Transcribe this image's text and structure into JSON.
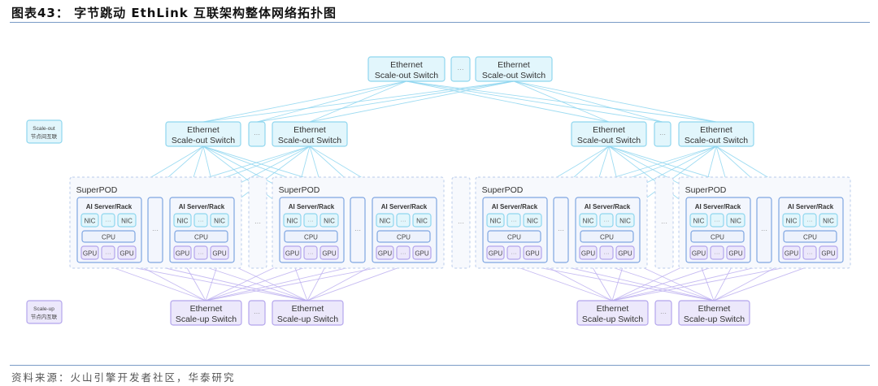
{
  "header": {
    "title": "图表43：  字节跳动 EthLink 互联架构整体网络拓扑图"
  },
  "footer": {
    "source": "资料来源：火山引擎开发者社区，华泰研究"
  },
  "diagram": {
    "legend": {
      "scale_out": {
        "line1": "Scale-out",
        "line2": "节点间互联"
      },
      "scale_up": {
        "line1": "Scale-up",
        "line2": "节点内互联"
      }
    },
    "top_switch": {
      "line1": "Ethernet",
      "line2": "Scale-out Switch"
    },
    "mid_switch": {
      "line1": "Ethernet",
      "line2": "Scale-out Switch"
    },
    "up_switch": {
      "line1": "Ethernet",
      "line2": "Scale-up Switch"
    },
    "ellipsis": "···",
    "superpod_label": "SuperPOD",
    "server_label": "AI Server/Rack",
    "nic_label": "NIC",
    "cpu_label": "CPU",
    "gpu_label": "GPU",
    "colors": {
      "scale_out_fill": "#e2f6fc",
      "scale_out_stroke": "#8fd6ee",
      "scale_out_line": "#8fd6f0",
      "scale_up_fill": "#ece8fb",
      "scale_up_stroke": "#b3a5ec",
      "scale_up_line": "#bdb0f0",
      "server_stroke": "#7fa6e2",
      "pod_stroke": "#c5d4ee"
    }
  }
}
